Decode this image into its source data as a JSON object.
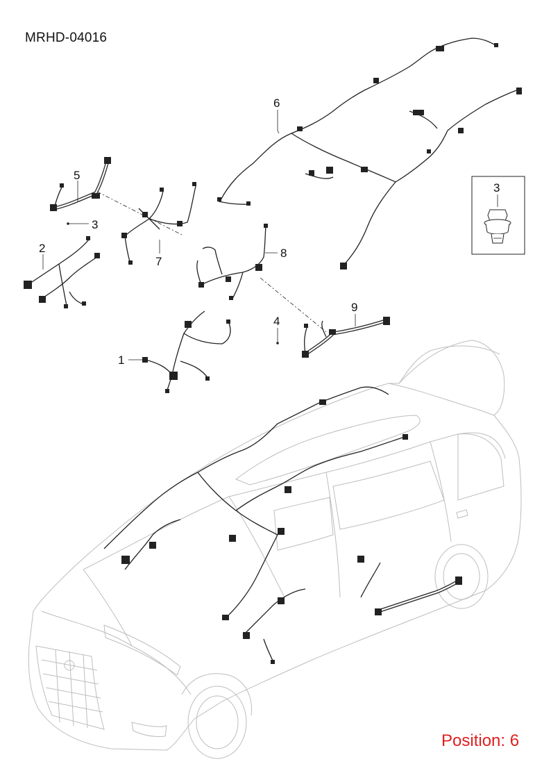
{
  "diagram_code": "MRHD-04016",
  "position_label": "Position: 6",
  "callouts": [
    "1",
    "2",
    "3",
    "3",
    "4",
    "5",
    "6",
    "7",
    "8",
    "9"
  ],
  "accent_color": "#e02020"
}
